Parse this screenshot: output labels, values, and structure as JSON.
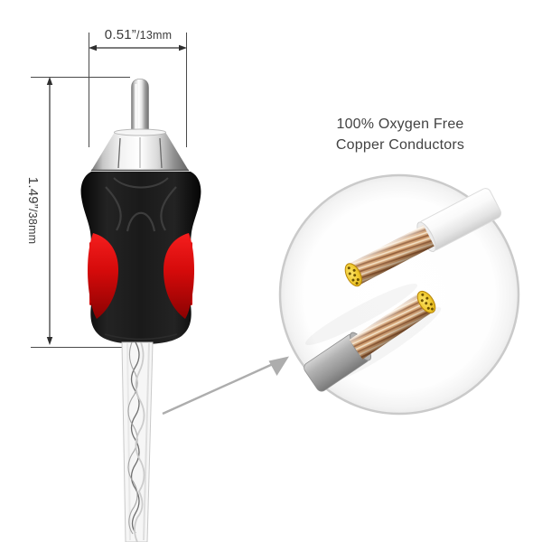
{
  "annotations": {
    "width_dim": {
      "inches": "0.51”",
      "mm": "/13mm"
    },
    "height_dim": {
      "inches": "1.49”",
      "mm": "/38mm"
    },
    "callout": {
      "line1": "100% Oxygen Free",
      "line2": "Copper Conductors"
    }
  },
  "colors": {
    "grip_red": "#d40a0a",
    "body_black": "#141414",
    "chrome_light": "#e9e9e9",
    "dimension_line": "#2e2e2e",
    "label_text": "#3b3b3b",
    "callout_text": "#424242",
    "pointer_gray": "#adadad",
    "circle_border": "#cacaca",
    "copper": "#d2a173",
    "gold_tip": "#eec528",
    "insulation_white": "#f4f4f4",
    "insulation_gray": "#a2a2a2"
  }
}
